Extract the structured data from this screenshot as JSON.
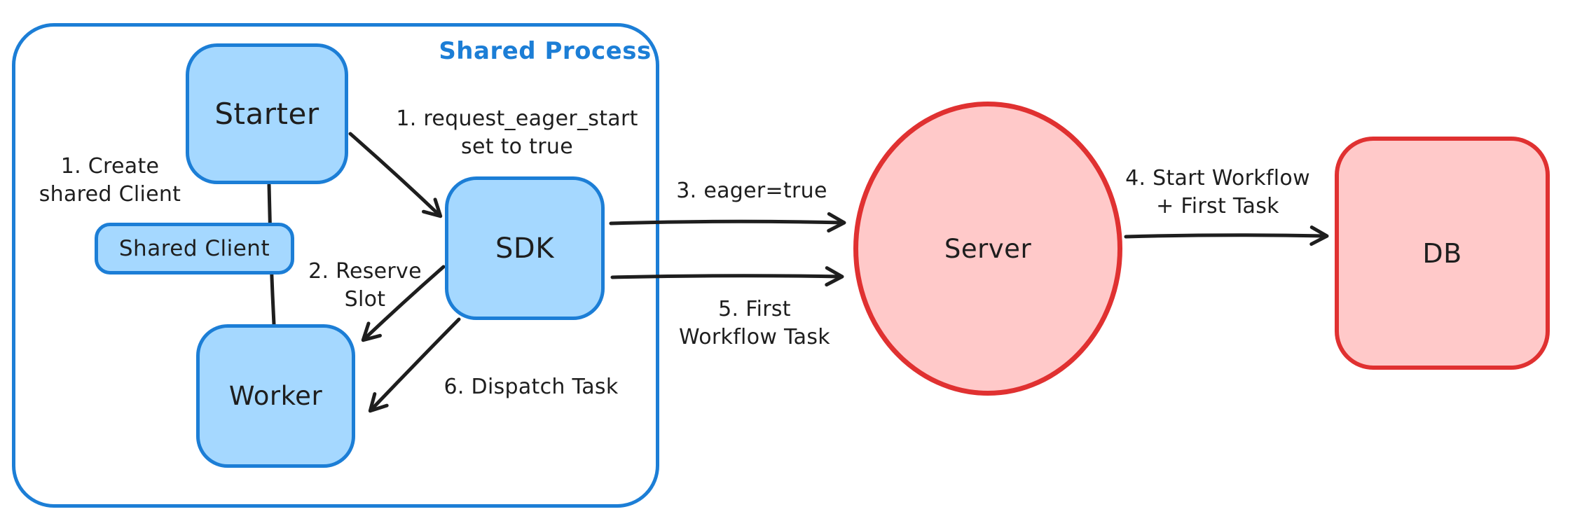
{
  "diagram": {
    "container": {
      "label": "Shared Process"
    },
    "nodes": {
      "starter": {
        "label": "Starter"
      },
      "shared_client": {
        "label": "Shared Client"
      },
      "worker": {
        "label": "Worker"
      },
      "sdk": {
        "label": "SDK"
      },
      "server": {
        "label": "Server"
      },
      "db": {
        "label": "DB"
      }
    },
    "annotations": {
      "create_shared_client": "1. Create\nshared Client",
      "request_eager_start": "1. request_eager_start\nset to true",
      "reserve_slot": "2. Reserve\nSlot",
      "eager_true": "3. eager=true",
      "start_workflow": "4. Start Workflow\n+ First Task",
      "first_workflow_task": "5. First\nWorkflow Task",
      "dispatch_task": "6. Dispatch Task"
    },
    "colors": {
      "blue_fill": "#a5d8ff",
      "blue_stroke": "#1c7ed6",
      "red_fill": "#ffc9c9",
      "red_stroke": "#e03131",
      "ink": "#1e1e1e",
      "background": "#ffffff"
    }
  }
}
